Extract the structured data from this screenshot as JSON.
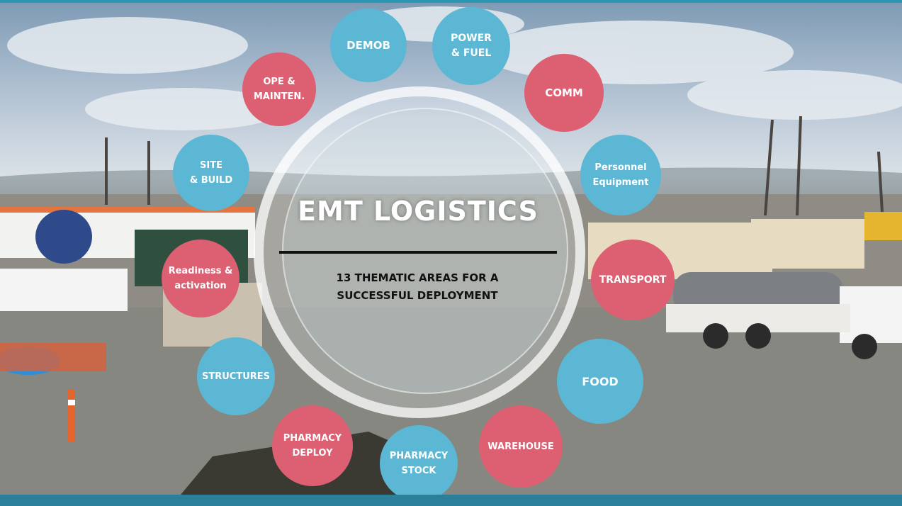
{
  "title": "EMT LOGISTICS",
  "subtitle": "13 THEMATIC AREAS FOR A\nSUCCESSFUL DEPLOYMENT",
  "colors": {
    "blue": "#5cb7d5",
    "red": "#dc5f72",
    "frame": "#2b7f98"
  },
  "areas": [
    {
      "label": "DEMOB",
      "color": "blue"
    },
    {
      "label": "POWER\n& FUEL",
      "color": "blue"
    },
    {
      "label": "COMM",
      "color": "red"
    },
    {
      "label": "Personnel\nEquipment",
      "color": "blue"
    },
    {
      "label": "TRANSPORT",
      "color": "red"
    },
    {
      "label": "FOOD",
      "color": "blue"
    },
    {
      "label": "WAREHOUSE",
      "color": "red"
    },
    {
      "label": "PHARMACY\nSTOCK",
      "color": "blue"
    },
    {
      "label": "PHARMACY\nDEPLOY",
      "color": "red"
    },
    {
      "label": "STRUCTURES",
      "color": "blue"
    },
    {
      "label": "Readiness &\nactivation",
      "color": "red"
    },
    {
      "label": "SITE\n& BUILD",
      "color": "blue"
    },
    {
      "label": "OPE &\nMAINTEN.",
      "color": "red"
    }
  ]
}
